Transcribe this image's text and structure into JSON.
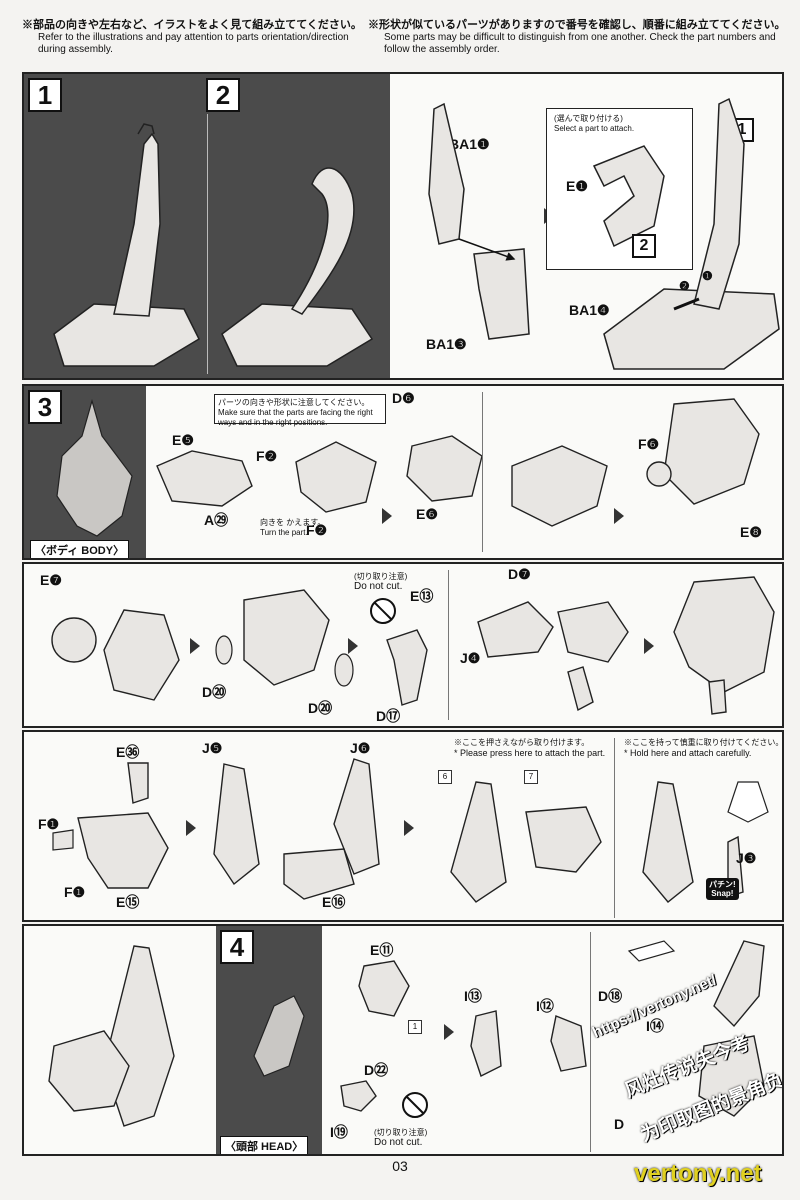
{
  "header": {
    "left_jp": "※部品の向きや左右など、イラストをよく見て組み立ててください。",
    "left_en": "Refer to the illustrations and pay attention to parts orientation/direction during assembly.",
    "right_jp": "※形状が似ているパーツがありますので番号を確認し、順番に組み立ててください。",
    "right_en": "Some parts may be difficult to distinguish from one another. Check the part numbers and follow the assembly order."
  },
  "steps": {
    "s1": "1",
    "s2": "2",
    "s3": "3",
    "s4": "4"
  },
  "row1": {
    "ba1_1": "BA1❶",
    "ba1_3": "BA1❸",
    "ba1_4": "BA1❹",
    "e1": "E❶",
    "select_jp": "(選んで取り付ける)",
    "select_en": "Select a part to attach.",
    "box1": "1",
    "box2": "2",
    "arr1": "❶",
    "arr2": "❷"
  },
  "row2": {
    "caption": "〈ボディ BODY〉",
    "note_jp": "パーツの向きや形状に注意してください。",
    "note_en": "Make sure that the parts are facing the right ways and in the right positions.",
    "e5": "E❺",
    "f2a": "F❷",
    "f2b": "F❷",
    "a29": "A㉙",
    "turn_jp": "向きを かえます。",
    "turn_en": "Turn the part.",
    "d6": "D❻",
    "e6": "E❻",
    "f6": "F❻",
    "e8": "E❽"
  },
  "row3": {
    "e7": "E❼",
    "d20a": "D⑳",
    "d20b": "D⑳",
    "cut_jp": "(切り取り注意)",
    "cut_en": "Do not cut.",
    "e13": "E⑬",
    "d17": "D⑰",
    "d7": "D❼",
    "j4": "J❹"
  },
  "row4": {
    "e36": "E㊱",
    "f1a": "F❶",
    "f1b": "F❶",
    "e15": "E⑮",
    "j5": "J❺",
    "j6": "J❻",
    "e16": "E⑯",
    "press_jp": "※ここを押さえながら取り付けます。",
    "press_en": "* Please press here to attach the part.",
    "hold_jp": "※ここを持って慎重に取り付けてください。",
    "hold_en": "* Hold here and attach carefully.",
    "ref6": "6",
    "ref7": "7",
    "j3": "J❸",
    "snap_jp": "パチン!",
    "snap_en": "Snap!"
  },
  "row5": {
    "caption": "〈頭部 HEAD〉",
    "e11": "E⑪",
    "ref1": "1",
    "d22": "D㉒",
    "i19": "I⑲",
    "cut_jp": "(切り取り注意)",
    "cut_en": "Do not cut.",
    "i13": "I⑬",
    "i12": "I⑫",
    "d18": "D⑱",
    "i14": "I⑭",
    "d": "D"
  },
  "watermark": {
    "url": "https://vertony.net/",
    "cn1": "风灶传说失今考",
    "cn2": "为印取图的景角负",
    "bottom": "vertony.net"
  },
  "page_number": "03",
  "colors": {
    "panel_dark": "#4b4b4b",
    "line": "#222222",
    "part_fill": "#e8e6e3",
    "watermark_bottom": "#e0d020"
  }
}
